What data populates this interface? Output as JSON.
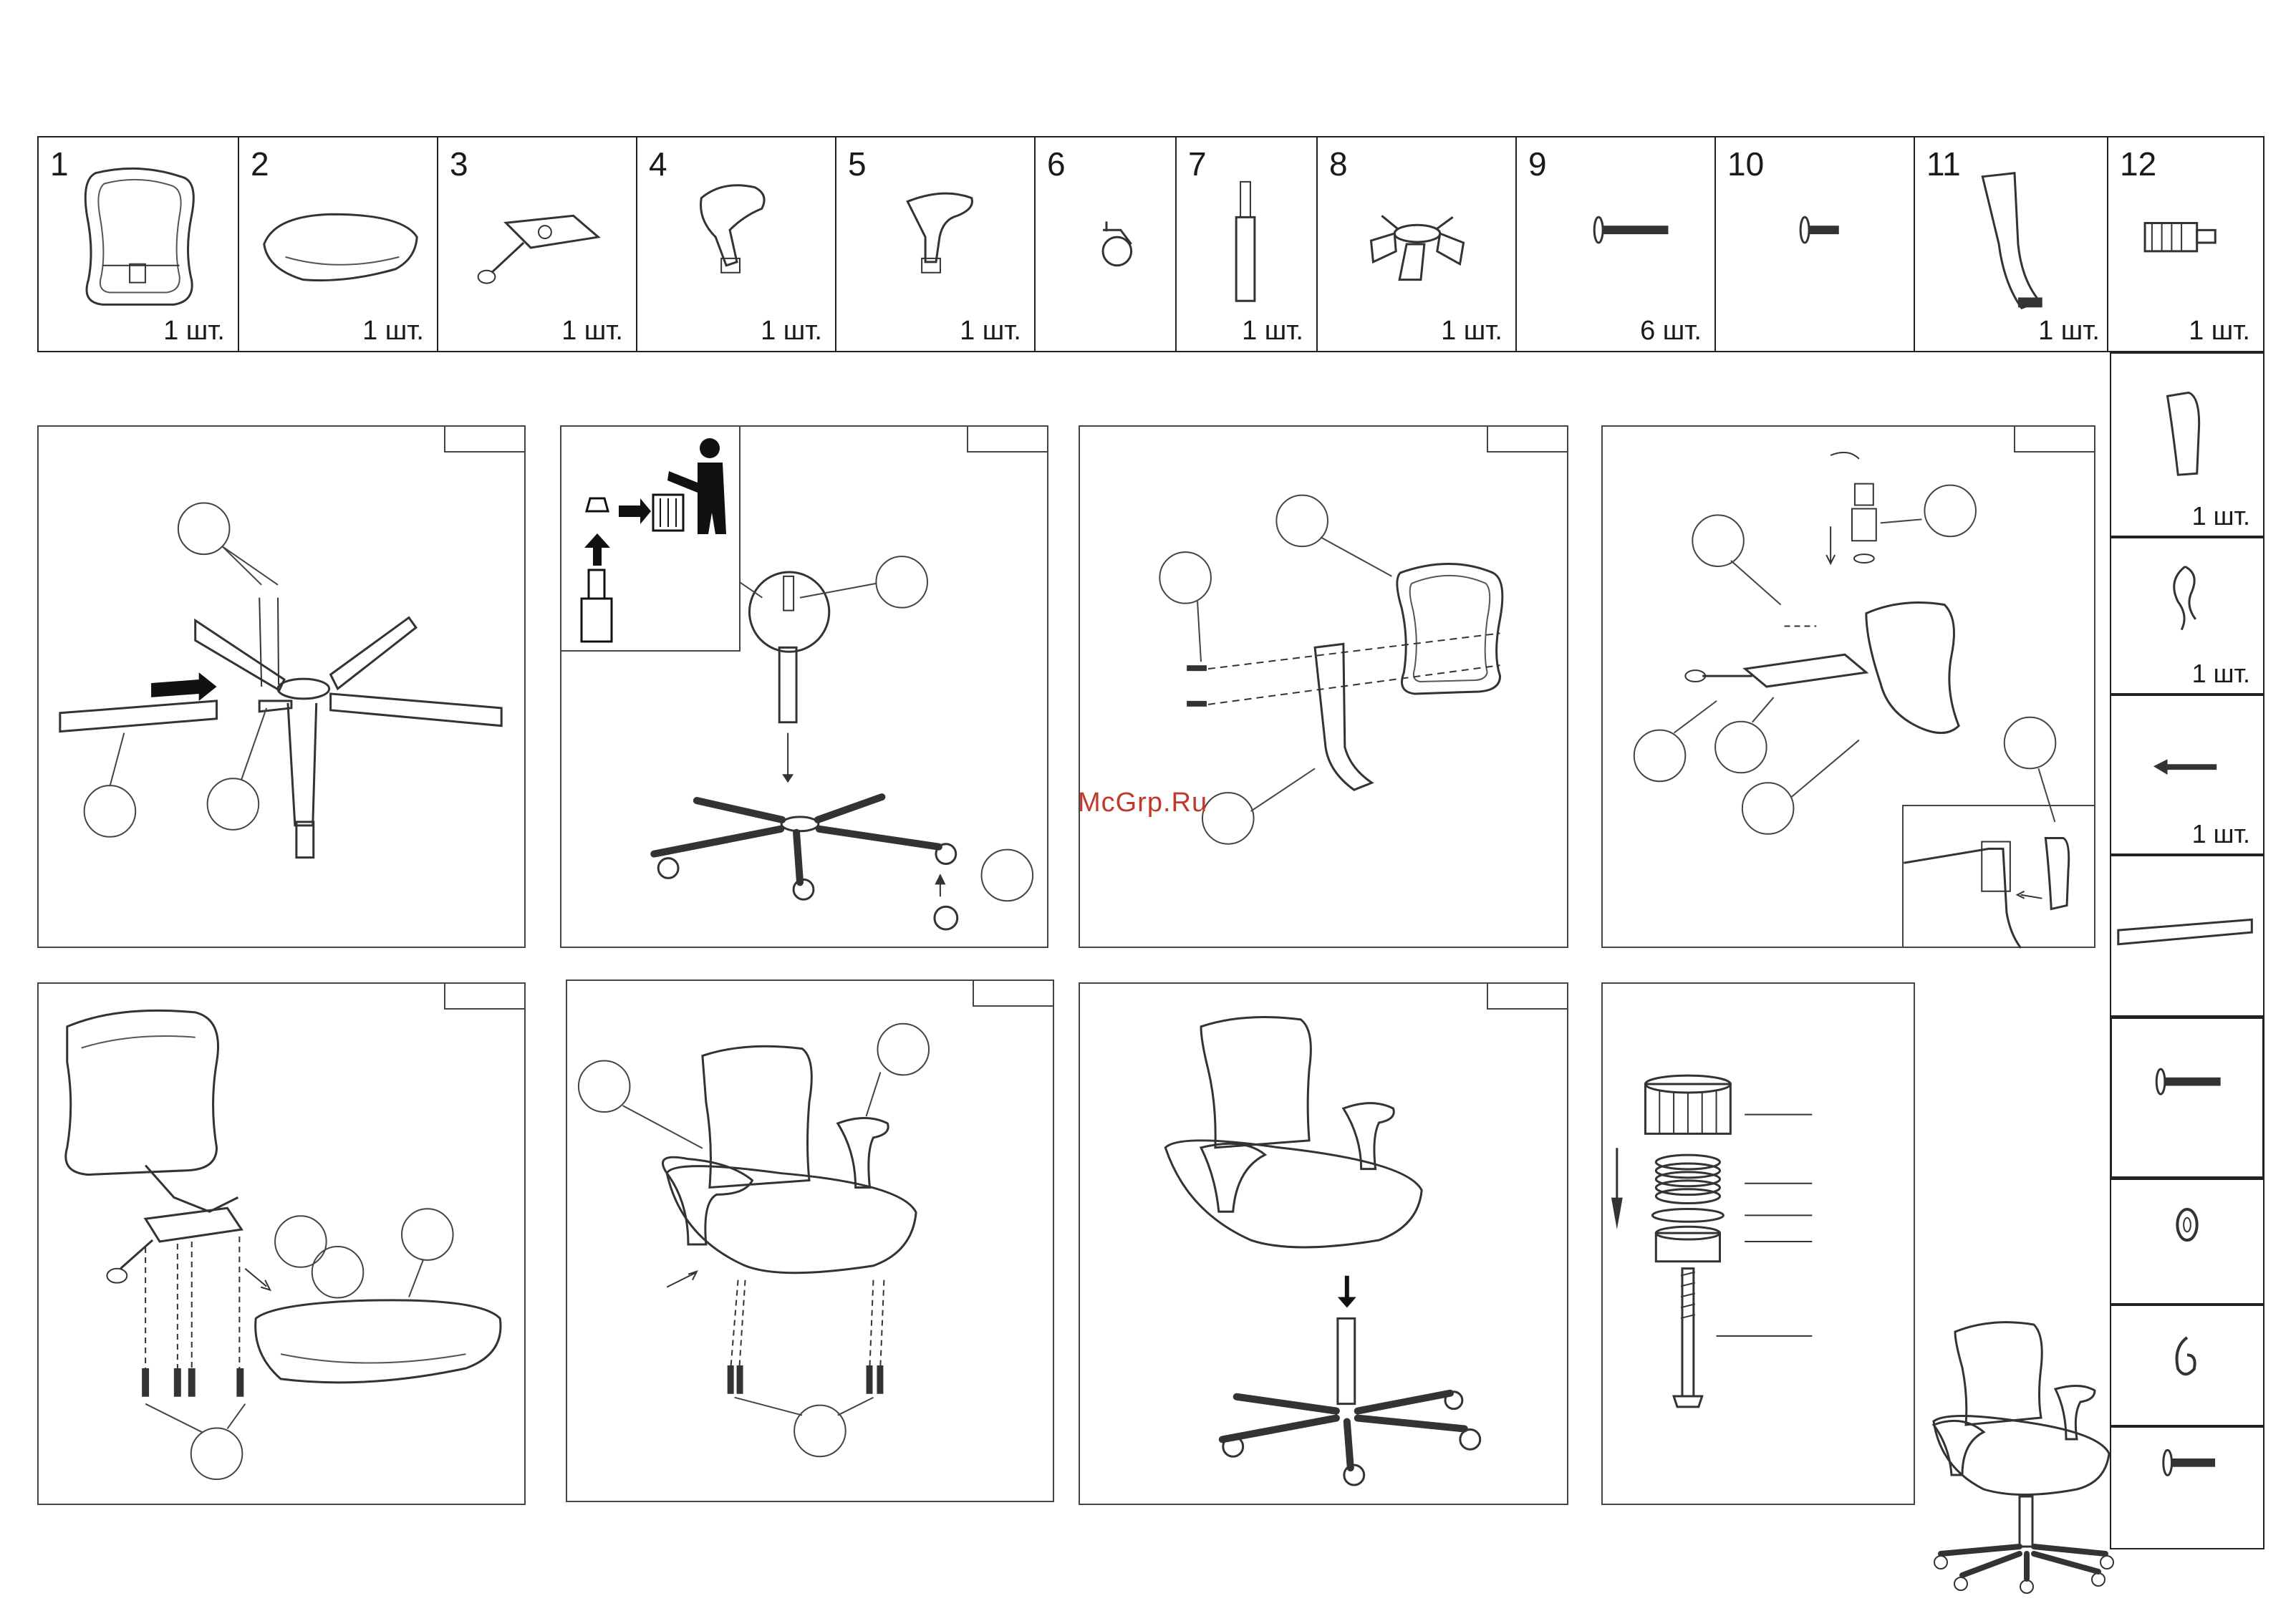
{
  "parts": [
    {
      "number": "1",
      "qty": "1  шт."
    },
    {
      "number": "2",
      "qty": "1  шт."
    },
    {
      "number": "3",
      "qty": "1  шт."
    },
    {
      "number": "4",
      "qty": "1  шт."
    },
    {
      "number": "5",
      "qty": "1  шт."
    },
    {
      "number": "6",
      "qty": ""
    },
    {
      "number": "7",
      "qty": "1  шт."
    },
    {
      "number": "8",
      "qty": "1  шт."
    },
    {
      "number": "9",
      "qty": "6  шт."
    },
    {
      "number": "10",
      "qty": ""
    },
    {
      "number": "11",
      "qty": "1  шт."
    },
    {
      "number": "12",
      "qty": "1  шт."
    }
  ],
  "side_parts": [
    {
      "qty": "1  шт."
    },
    {
      "qty": "1  шт."
    },
    {
      "qty": "1  шт."
    }
  ],
  "watermark": "McGrp.Ru",
  "icons": [
    "backrest-icon",
    "seat-icon",
    "mechanism-icon",
    "armrest-left-icon",
    "armrest-right-icon",
    "caster-icon",
    "gas-lift-icon",
    "base-icon",
    "bolt-icon",
    "short-bolt-icon",
    "back-plate-icon",
    "lever-handle-icon"
  ]
}
